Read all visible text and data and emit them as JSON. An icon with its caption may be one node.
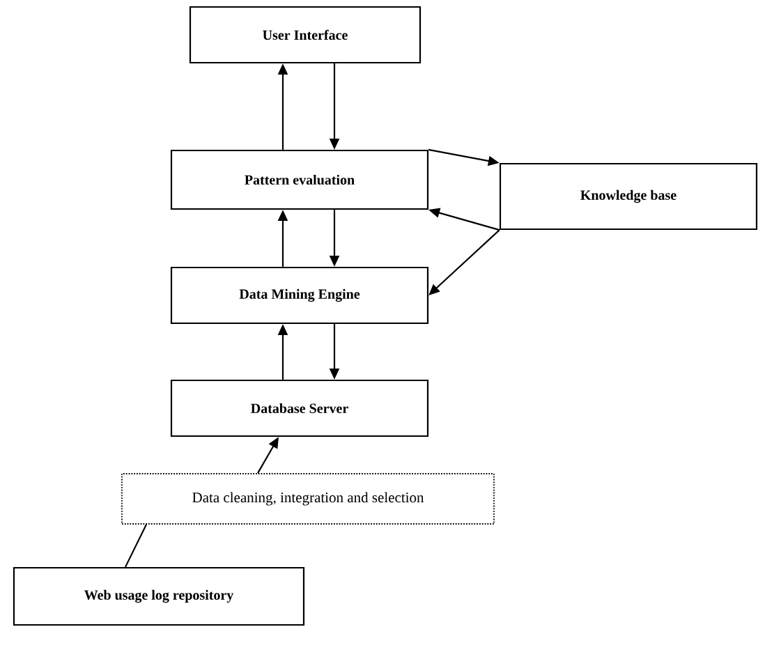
{
  "diagram": {
    "nodes": [
      {
        "text": [
          "User Interface"
        ]
      },
      {
        "text": [
          "Pattern evaluation"
        ]
      },
      {
        "text": [
          "Knowledge base"
        ]
      },
      {
        "text": [
          "Data Mining Engine"
        ]
      },
      {
        "text": [
          "Database Server"
        ]
      },
      {
        "text": [
          "Data cleaning, integration and selection"
        ]
      },
      {
        "text": [
          "Web usage log repository"
        ]
      }
    ],
    "edges": [
      {
        "from": 1,
        "to": 0,
        "arrow": "to"
      },
      {
        "from": 0,
        "to": 1,
        "arrow": "to"
      },
      {
        "from": 1,
        "to": 2,
        "arrow": "to"
      },
      {
        "from": 2,
        "to": 1,
        "arrow": "to"
      },
      {
        "from": 2,
        "to": 3,
        "arrow": "to"
      },
      {
        "from": 3,
        "to": 1,
        "arrow": "to"
      },
      {
        "from": 1,
        "to": 3,
        "arrow": "to"
      },
      {
        "from": 4,
        "to": 3,
        "arrow": "to"
      },
      {
        "from": 3,
        "to": 4,
        "arrow": "to"
      },
      {
        "from": 5,
        "to": 4,
        "arrow": "to"
      },
      {
        "from": 6,
        "to": 5,
        "arrow": "none"
      }
    ]
  }
}
